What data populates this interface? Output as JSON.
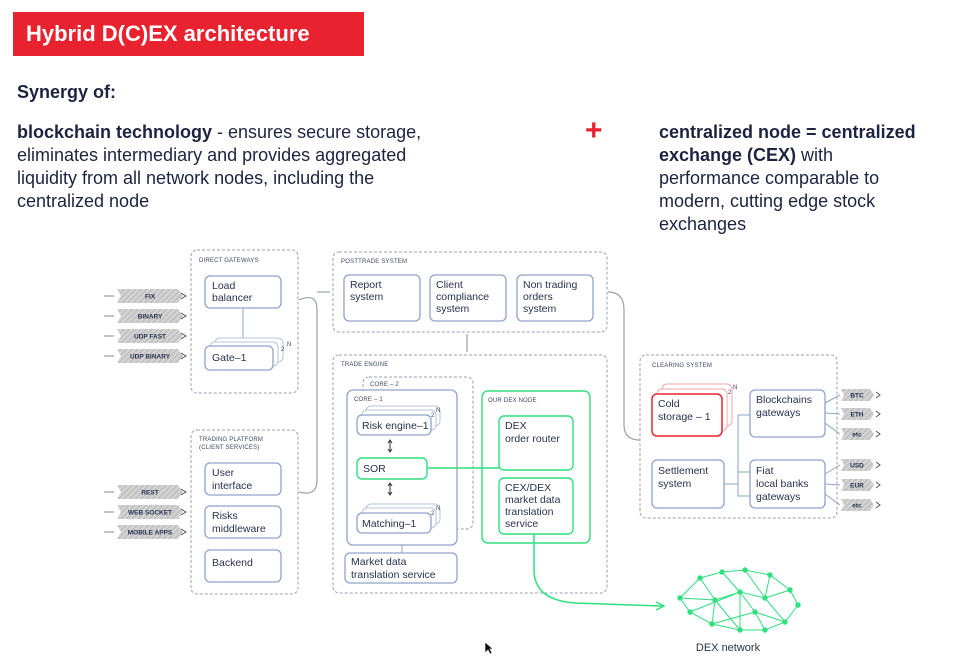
{
  "header": {
    "title": "Hybrid D(C)EX architecture"
  },
  "intro": {
    "heading": "Synergy of:",
    "left_bold": "blockchain technology",
    "left_line1": " - ensures secure storage,",
    "left_line2": "eliminates intermediary and provides aggregated",
    "left_line3": "liquidity from all network nodes, including the",
    "left_line4": "centralized node",
    "plus": "+",
    "right_line1": "centralized node = centralized",
    "right_line2_bold": "exchange (CEX)",
    "right_line2_rest": " with",
    "right_line3": "performance comparable to",
    "right_line4": "modern, cutting edge stock",
    "right_line5": "exchanges"
  },
  "diagram": {
    "inputs_top": [
      "FIX",
      "BINARY",
      "UDP FAST",
      "UDP BINARY"
    ],
    "inputs_bottom": [
      "REST",
      "WEB SOCKET",
      "MOBILE APPS"
    ],
    "direct_gateways": {
      "title": "DIRECT GATEWAYS",
      "load_balancer": [
        "Load",
        "balancer"
      ],
      "gate": "Gate–1",
      "n": "N",
      "two": "2"
    },
    "trading_platform": {
      "title1": "TRADING PLATFORM",
      "title2": "(CLIENT SERVICES)",
      "user_interface": [
        "User",
        "interface"
      ],
      "risks": [
        "Risks",
        "middleware"
      ],
      "backend": "Backend"
    },
    "posttrade": {
      "title": "POSTTRADE SYSTEM",
      "report": [
        "Report",
        "system"
      ],
      "compliance": [
        "Client",
        "compliance",
        "system"
      ],
      "nontrading": [
        "Non trading",
        "orders",
        "system"
      ]
    },
    "trade_engine": {
      "title": "TRADE ENGINE",
      "core2": "CORE – 2",
      "core1": "CORE – 1",
      "risk": "Risk engine–1",
      "sor": "SOR",
      "matching": "Matching–1",
      "market_data": [
        "Market data",
        "translation service"
      ],
      "n": "N",
      "two": "2"
    },
    "dex_node": {
      "title": "OUR DEX NODE",
      "router": [
        "DEX",
        "order router"
      ],
      "cex_dex": [
        "CEX/DEX",
        "market data",
        "translation",
        "service"
      ]
    },
    "clearing": {
      "title": "CLEARING SYSTEM",
      "cold": [
        "Cold",
        "storage – 1"
      ],
      "blockchains": [
        "Blockchains",
        "gateways"
      ],
      "settlement": [
        "Settlement",
        "system"
      ],
      "fiat": [
        "Fiat",
        "local banks",
        "gateways"
      ],
      "n": "N",
      "two": "2"
    },
    "outputs_top": [
      "BTC",
      "ETH",
      "etc"
    ],
    "outputs_bottom": [
      "USD",
      "EUR",
      "etc"
    ],
    "dex_network": "DEX network",
    "colors": {
      "border": "#8fa3c9",
      "dashed": "#9aa1ad",
      "green": "#2ee07e",
      "red": "#e8222e",
      "tag_fill": "#c9c9c9"
    }
  }
}
